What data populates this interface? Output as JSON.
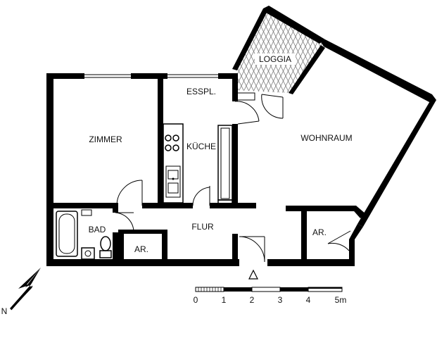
{
  "rooms": {
    "loggia": "LOGGIA",
    "esspl": "ESSPL.",
    "zimmer": "ZIMMER",
    "kueche": "KÜCHE",
    "wohnraum": "WOHNRAUM",
    "bad": "BAD",
    "flur": "FLUR",
    "ar_left": "AR.",
    "ar_right": "AR."
  },
  "compass": {
    "label": "N"
  },
  "scale_bar": {
    "ticks": [
      "0",
      "1",
      "2",
      "3",
      "4",
      "5m"
    ]
  },
  "colors": {
    "wall": "#000000",
    "background": "#ffffff",
    "tile": "#7a7a7a"
  }
}
